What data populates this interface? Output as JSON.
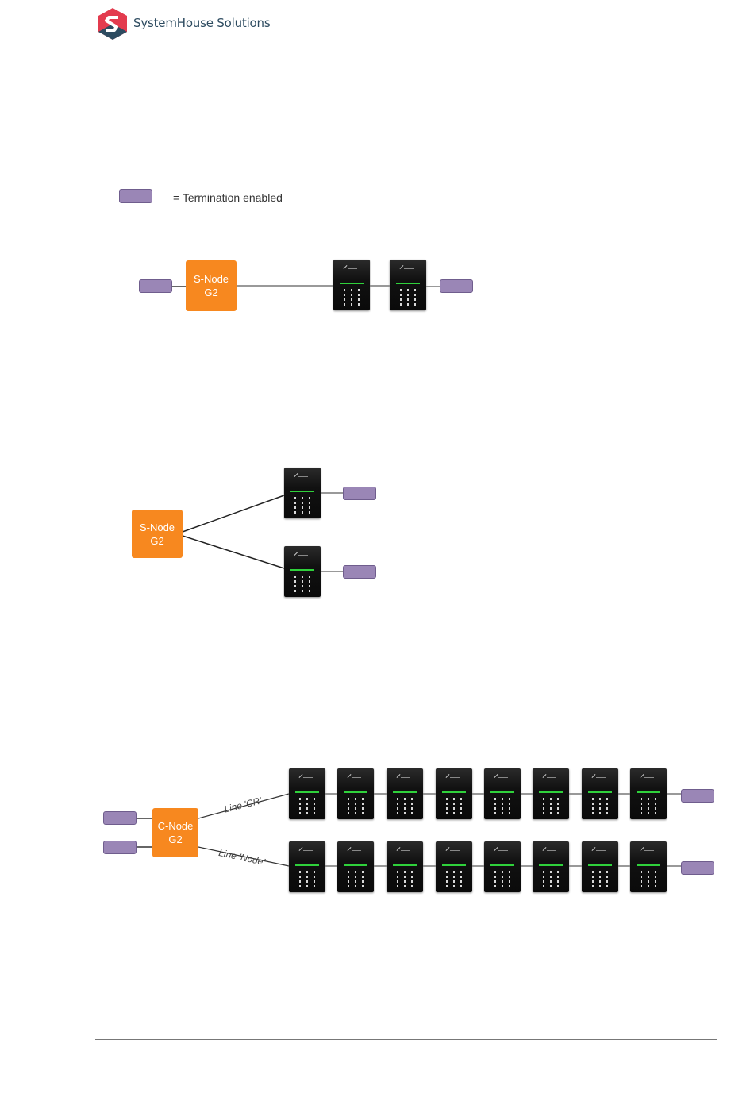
{
  "header": {
    "brand_name": "SystemHouse Solutions",
    "logo_icon": "hexagon-s-logo-icon",
    "colors": {
      "logo_red": "#e33b4e",
      "logo_navy": "#2d4b60"
    }
  },
  "legend": {
    "text": "= Termination enabled",
    "swatch_color": "#9a86b6"
  },
  "diagram1": {
    "node_line1": "S-Node",
    "node_line2": "G2"
  },
  "diagram2": {
    "node_line1": "S-Node",
    "node_line2": "G2"
  },
  "diagram3": {
    "node_line1": "C-Node",
    "node_line2": "G2",
    "line_cr_label": "Line 'CR'",
    "line_node_label": "Line 'Node'"
  },
  "colors": {
    "node_orange": "#f7881f",
    "keypad_led": "#2fd13b"
  }
}
